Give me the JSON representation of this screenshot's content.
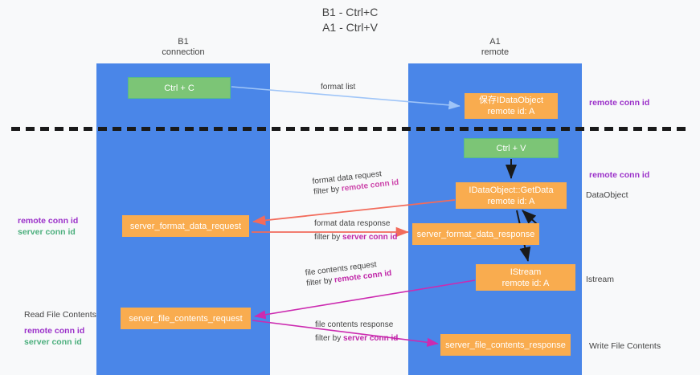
{
  "title": {
    "line1": "B1 - Ctrl+C",
    "line2": "A1 - Ctrl+V"
  },
  "columns": [
    {
      "id": "b1",
      "name": "B1",
      "role": "connection"
    },
    {
      "id": "a1",
      "name": "A1",
      "role": "remote"
    }
  ],
  "boxes": {
    "ctrl_c": {
      "label": "Ctrl + C",
      "color": "#7cc576"
    },
    "save_idataobject": {
      "line1": "保存IDataObject",
      "line2": "remote id: A",
      "color": "#f9ac4f"
    },
    "ctrl_v": {
      "label": "Ctrl + V",
      "color": "#7cc576"
    },
    "getdata": {
      "line1": "IDataObject::GetData",
      "line2": "remote id: A",
      "color": "#f9ac4f"
    },
    "server_format_data_request": {
      "label": "server_format_data_request",
      "color": "#f9ac4f"
    },
    "server_format_data_response": {
      "label": "server_format_data_response",
      "color": "#f9ac4f"
    },
    "istream": {
      "line1": "IStream",
      "line2": "remote id: A",
      "color": "#f9ac4f"
    },
    "server_file_contents_request": {
      "label": "server_file_contents_request",
      "color": "#f9ac4f"
    },
    "server_file_contents_response": {
      "label": "server_file_contents_response",
      "color": "#f9ac4f"
    }
  },
  "arrow_labels": {
    "format_list": {
      "text": "format list"
    },
    "format_data_request": {
      "text": "format data request",
      "filter_prefix": "filter by ",
      "filter_key": "remote conn id"
    },
    "format_data_response": {
      "text": "format data response",
      "filter_prefix": "filter by ",
      "filter_key": "server conn id"
    },
    "file_contents_request": {
      "text": "file contents request",
      "filter_prefix": "filter by ",
      "filter_key": "remote conn id"
    },
    "file_contents_response": {
      "text": "file contents response",
      "filter_prefix": "filter by ",
      "filter_key": "server conn id"
    }
  },
  "side_labels": {
    "remote_conn_id_top": "remote conn id",
    "remote_conn_id_mid": "remote conn id",
    "dataobject": "DataObject",
    "istream": "Istream",
    "write_file_contents": "Write File Contents",
    "left_mid_remote": "remote conn id",
    "left_mid_server": "server conn id",
    "read_file_contents": "Read File Contents",
    "left_bot_remote": "remote conn id",
    "left_bot_server": "server conn id"
  },
  "colors": {
    "column_blue": "#4a86e8",
    "box_orange": "#f9ac4f",
    "box_green": "#7cc576",
    "arrow_light_blue": "#9fc5f8",
    "arrow_red": "#f26b5b",
    "arrow_magenta": "#cc2bb0",
    "arrow_black": "#1a1a1a",
    "text_purple": "#9b30c9",
    "text_green": "#4caf7d",
    "background": "#f8f9fa"
  }
}
